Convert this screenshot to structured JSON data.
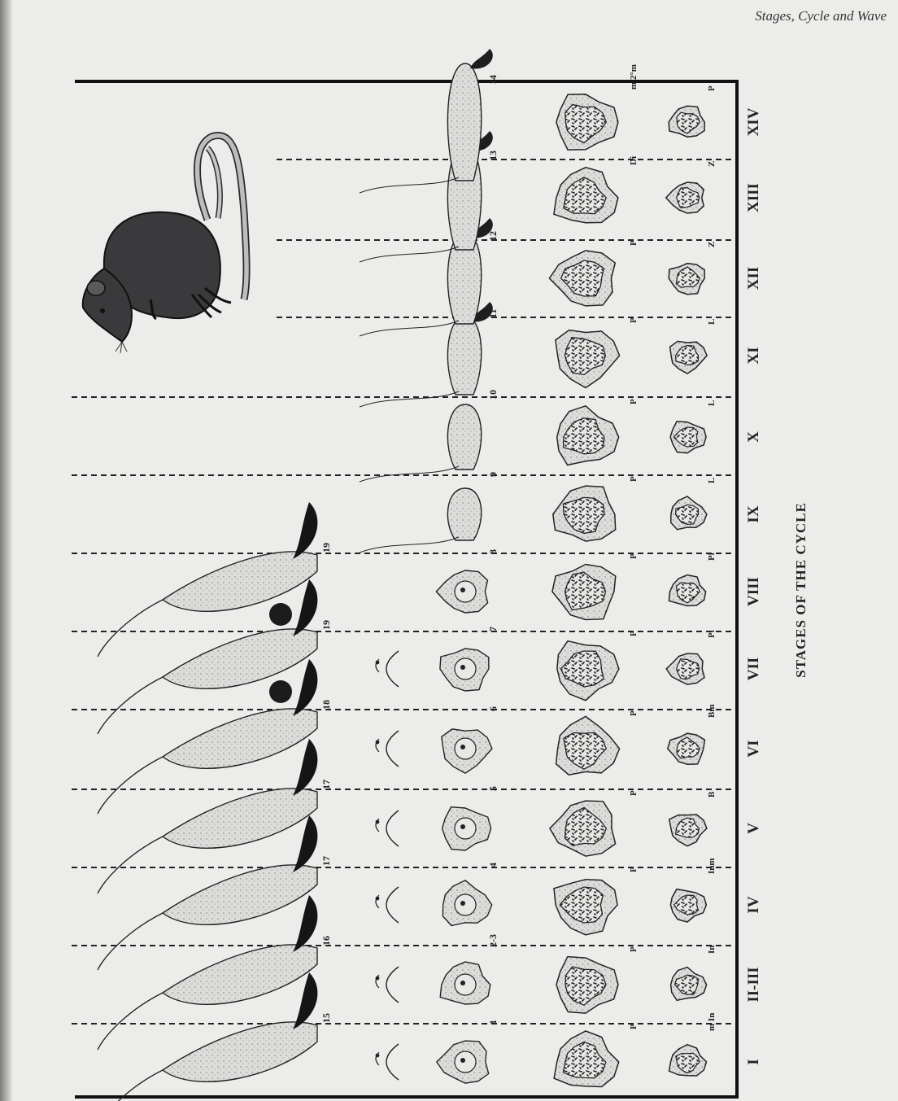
{
  "header": {
    "running_head": "Stages, Cycle and Wave"
  },
  "axis_title": "STAGES OF THE CYCLE",
  "stages": [
    {
      "roman": "I",
      "figures": [
        "15",
        "1"
      ],
      "spermatocyte": "P",
      "spermatogonium": "m In"
    },
    {
      "roman": "II-III",
      "figures": [
        "16",
        "2-3"
      ],
      "spermatocyte": "P",
      "spermatogonium": "In"
    },
    {
      "roman": "IV",
      "figures": [
        "17",
        "4"
      ],
      "spermatocyte": "P",
      "spermatogonium": "Inm"
    },
    {
      "roman": "V",
      "figures": [
        "17",
        "5"
      ],
      "spermatocyte": "P",
      "spermatogonium": "B"
    },
    {
      "roman": "VI",
      "figures": [
        "18",
        "6"
      ],
      "spermatocyte": "P",
      "spermatogonium": "Bm"
    },
    {
      "roman": "VII",
      "figures": [
        "19",
        "7"
      ],
      "spermatocyte": "P",
      "spermatogonium": "Pl"
    },
    {
      "roman": "VIII",
      "figures": [
        "19",
        "8"
      ],
      "spermatocyte": "P",
      "spermatogonium": "Pl"
    },
    {
      "roman": "IX",
      "figures": [
        "9"
      ],
      "spermatocyte": "P",
      "spermatogonium": "L"
    },
    {
      "roman": "X",
      "figures": [
        "10"
      ],
      "spermatocyte": "P",
      "spermatogonium": "L"
    },
    {
      "roman": "XI",
      "figures": [
        "11"
      ],
      "spermatocyte": "P",
      "spermatogonium": "L"
    },
    {
      "roman": "XII",
      "figures": [
        "12"
      ],
      "spermatocyte": "P",
      "spermatogonium": "Z"
    },
    {
      "roman": "XIII",
      "figures": [
        "13"
      ],
      "spermatocyte": "Di",
      "spermatogonium": "Z"
    },
    {
      "roman": "XIV",
      "figures": [
        "14"
      ],
      "spermatocyte": "m 2°m",
      "spermatogonium": "P"
    }
  ],
  "colors": {
    "ink": "#1a1a1a",
    "cell_fill": "#e2e2e0",
    "mouse": "#3a3a3c",
    "paper": "#ececea"
  },
  "icons": {
    "illustration": "mouse-illustration"
  }
}
